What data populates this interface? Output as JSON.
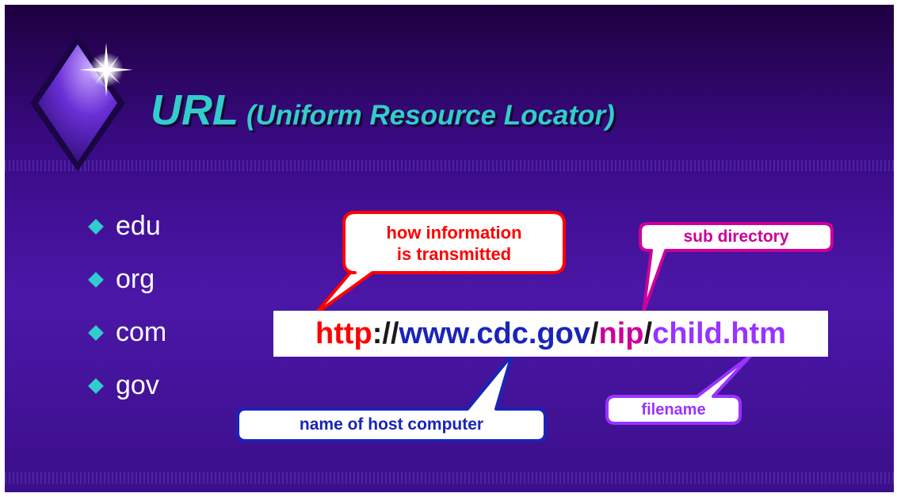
{
  "title": {
    "main": "URL",
    "subtitle": "(Uniform Resource Locator)"
  },
  "domains": [
    {
      "label": "edu"
    },
    {
      "label": "org"
    },
    {
      "label": "com"
    },
    {
      "label": "gov"
    }
  ],
  "url": {
    "protocol": "http",
    "separator": "://",
    "host": "www.cdc.gov",
    "slash1": "/",
    "directory": "nip",
    "slash2": "/",
    "filename": "child.htm"
  },
  "callouts": {
    "protocol_line1": "how information",
    "protocol_line2": "is transmitted",
    "directory": "sub directory",
    "host": "name of host computer",
    "filename": "filename"
  },
  "colors": {
    "title": "#33cccc",
    "protocol": "#ff0000",
    "host": "#1a24b8",
    "directory": "#cc0099",
    "filename": "#9933ff",
    "bullet": "#33cccc"
  },
  "icons": {
    "logo": "diamond-star-icon",
    "bullet": "diamond-bullet-icon"
  }
}
